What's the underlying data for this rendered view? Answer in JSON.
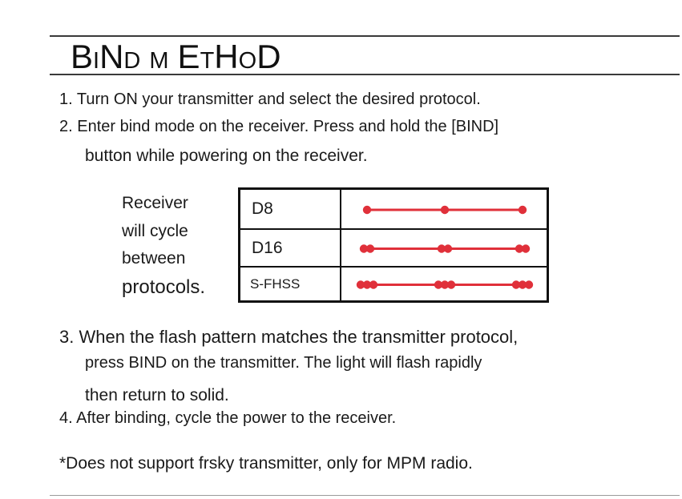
{
  "title": {
    "parts": [
      {
        "text": "B",
        "size": "big"
      },
      {
        "text": "I",
        "size": "sm"
      },
      {
        "text": "N",
        "size": "big"
      },
      {
        "text": "D",
        "size": "sm"
      },
      {
        "text": " ",
        "size": "gap"
      },
      {
        "text": "M",
        "size": "sm"
      },
      {
        "text": " ",
        "size": "gap"
      },
      {
        "text": "E",
        "size": "big"
      },
      {
        "text": "T",
        "size": "sm"
      },
      {
        "text": "H",
        "size": "big"
      },
      {
        "text": "O",
        "size": "sm"
      },
      {
        "text": "D",
        "size": "big"
      }
    ]
  },
  "steps": {
    "step1": "1. Turn ON your transmitter and select the desired protocol.",
    "step2": "2. Enter bind mode on the receiver. Press and hold the [BIND]",
    "step2_cont": "button while powering on the receiver.",
    "step3": "3. When the flash pattern matches the transmitter protocol,",
    "step3_cont1": "press BIND on the transmitter. The light will flash rapidly",
    "step3_cont2": "then return to solid.",
    "step4": "4. After binding, cycle the power to the receiver."
  },
  "cycle_note": {
    "line1": "Receiver",
    "line2": "will cycle",
    "line3": "between",
    "line4": "protocols."
  },
  "protocols": [
    {
      "name": "D8",
      "pulses_per_group": 1,
      "groups": 3
    },
    {
      "name": "D16",
      "pulses_per_group": 2,
      "groups": 3
    },
    {
      "name": "S-FHSS",
      "pulses_per_group": 3,
      "groups": 3
    }
  ],
  "pattern_color": "#e0303a",
  "footnote": "*Does not support frsky transmitter, only for MPM radio."
}
